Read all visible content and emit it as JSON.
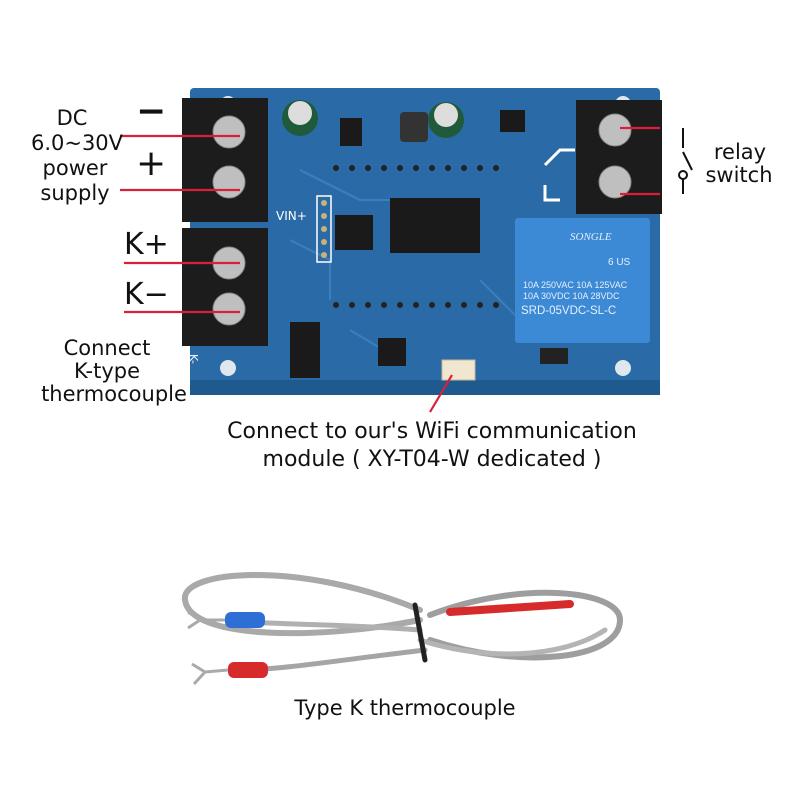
{
  "labels": {
    "dc": "DC",
    "voltage": "6.0~30V",
    "power": "power",
    "supply": "supply",
    "minus": "−",
    "plus": "+",
    "k_plus": "K+",
    "k_minus": "K−",
    "connect": "Connect",
    "k_type": "K-type",
    "thermocouple": "thermocouple",
    "relay": "relay",
    "switch": "switch",
    "wifi_line1": "Connect to our's WiFi communication",
    "wifi_line2": "module ( XY-T04-W dedicated )",
    "cable": "Type K thermocouple"
  },
  "board": {
    "vin": "VIN+",
    "k_minus": "K-",
    "relay_brand": "SONGLE",
    "relay_line1": "10A 250VAC  10A 125VAC",
    "relay_line2": "10A  30VDC  10A  28VDC",
    "relay_model": "SRD-05VDC-SL-C",
    "relay_cert": "6 US"
  },
  "colors": {
    "board": "#2a6aa6",
    "relay": "#3c8ad6",
    "pointer": "#d8203a",
    "terminal": "#1c1c1c"
  }
}
